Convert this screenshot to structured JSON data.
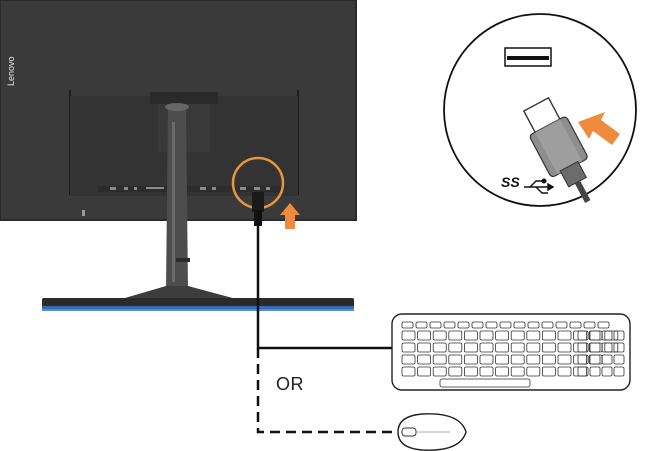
{
  "diagram": {
    "brand": "Lenovo",
    "or_label": "OR",
    "ss_label": "SS",
    "icons": [
      "usb-superspeed-icon",
      "connect-arrow-icon"
    ],
    "colors": {
      "monitor": "#3a3a3a",
      "stand": "#4a4a4a",
      "highlight_ring": "#e8963a",
      "arrow": "#f08a3c",
      "cable": "#111111",
      "base_glow": "#3a78c8"
    }
  }
}
